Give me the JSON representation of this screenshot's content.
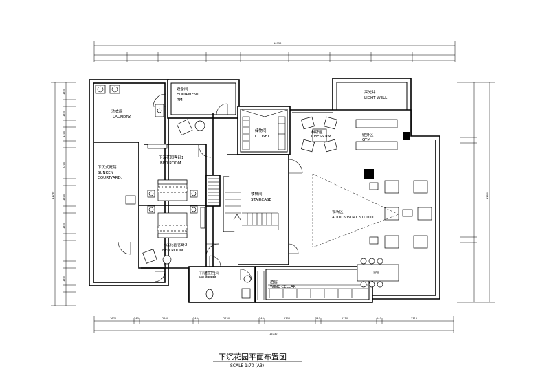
{
  "drawing": {
    "title": "下沉花园平面布置图",
    "scale": "SCALE   1:70  (A3)"
  },
  "rooms": {
    "laundry": {
      "cn": "洗衣间",
      "en": "LAUNDRY."
    },
    "equipment": {
      "cn": "设备间",
      "en1": "EQUIPMENT",
      "en2": "RM."
    },
    "light_well": {
      "cn": "采光井",
      "en": "LIGHT WELL"
    },
    "closet": {
      "cn": "储物间",
      "en": "CLOSET"
    },
    "chess": {
      "cn": "棋牌区",
      "en": "CHESS RM"
    },
    "gym": {
      "cn": "健身区",
      "en": "GYM"
    },
    "sunken": {
      "cn": "下沉式庭院",
      "en1": "SUNKEN",
      "en2": "COURTYARD."
    },
    "bed1": {
      "cn": "下沉花园客卧1",
      "en": "BED  ROOM"
    },
    "bed2": {
      "cn": "下沉花园客卧2",
      "en": "BED  ROOM"
    },
    "staircase": {
      "cn": "楼梯间",
      "en": "STAIRCASE"
    },
    "audiovisual": {
      "cn": "视听区",
      "en": "AUDIOVISUAL STUDIO"
    },
    "bath": {
      "cn": "下沉花园卫生间",
      "en": "BATH ROOM"
    },
    "wine": {
      "cn": "酒窖",
      "en": "WINE CELLAR"
    },
    "bar": {
      "cn": "酒吧"
    }
  },
  "dimensions": {
    "top_total": "16950",
    "bottom_total": "16730",
    "bottom_segments": [
      "1670",
      "240",
      "2500",
      "240",
      "2750",
      "240",
      "2300",
      "240",
      "2750",
      "240",
      "3315"
    ],
    "left_total": "11780",
    "right_total": "11600",
    "left_segments": [
      "1300",
      "470",
      "1300",
      "470",
      "1300",
      "470",
      "2200",
      "470",
      "1300",
      "470",
      "1300",
      "470",
      "1365"
    ]
  }
}
